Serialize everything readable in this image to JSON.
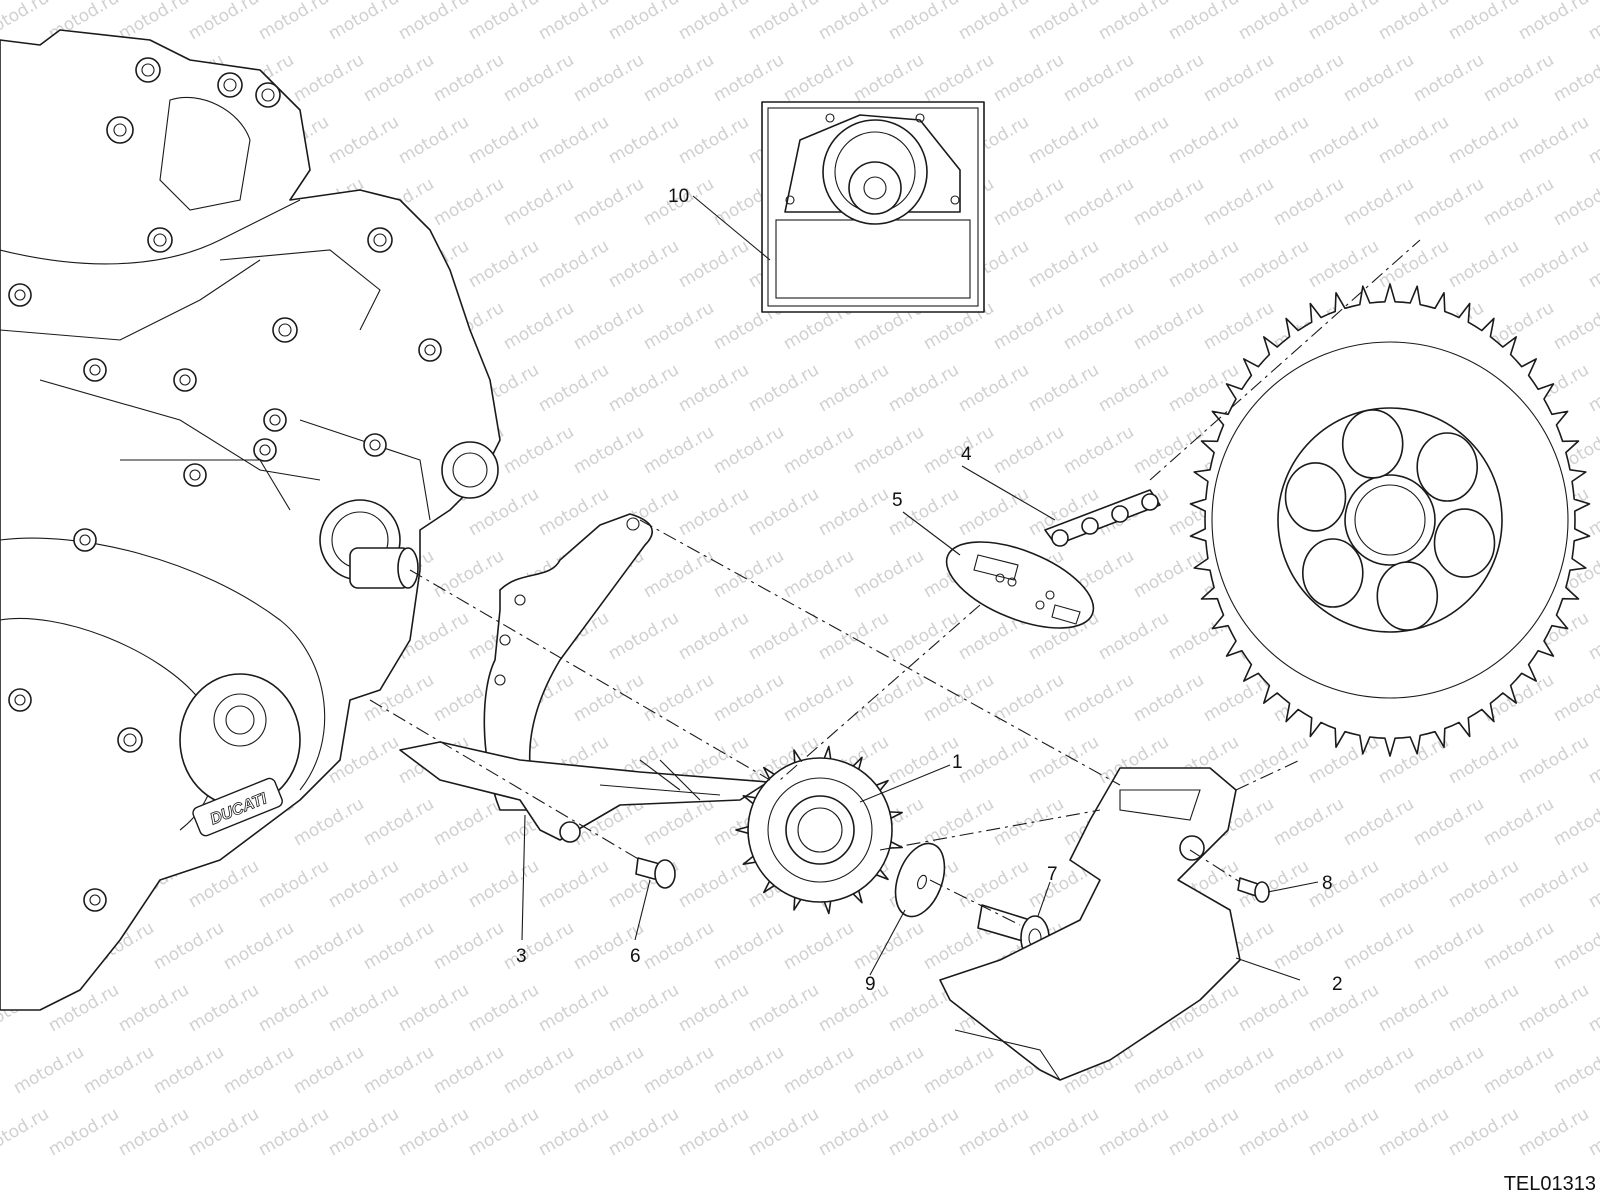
{
  "watermark": {
    "text": "motod.ru"
  },
  "reference_code": "TEL01313",
  "logo_text": "DUCATI",
  "callouts": [
    {
      "id": "1",
      "label": "1"
    },
    {
      "id": "2",
      "label": "2"
    },
    {
      "id": "3",
      "label": "3"
    },
    {
      "id": "4",
      "label": "4"
    },
    {
      "id": "5",
      "label": "5"
    },
    {
      "id": "6",
      "label": "6"
    },
    {
      "id": "7",
      "label": "7"
    },
    {
      "id": "8",
      "label": "8"
    },
    {
      "id": "9",
      "label": "9"
    },
    {
      "id": "10",
      "label": "10"
    }
  ],
  "colors": {
    "line": "#1a1a1a",
    "watermark": "#d0d0d0",
    "background": "#ffffff"
  }
}
